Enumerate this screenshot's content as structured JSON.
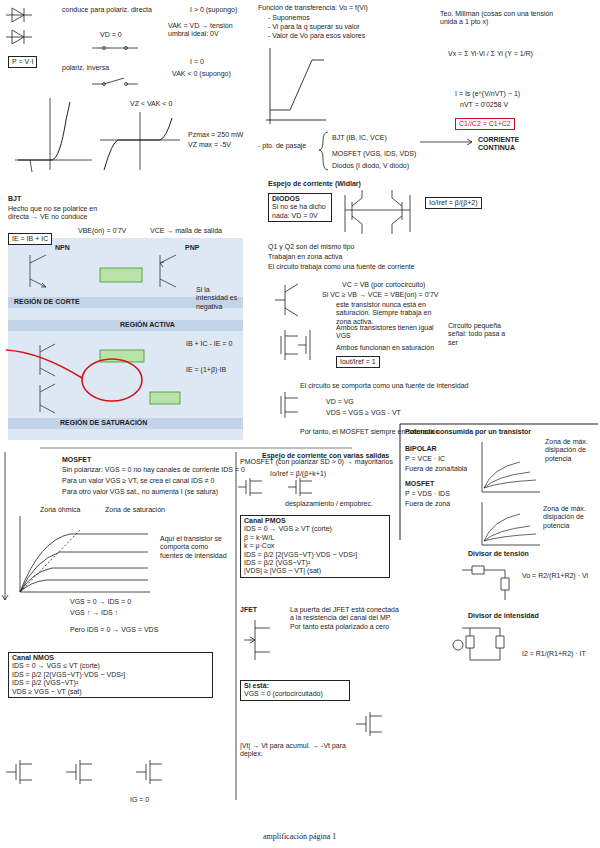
{
  "diagram": {
    "caption": "amplificación página 1",
    "nodes": [
      {
        "text": [
          "P = V·I"
        ]
      },
      {
        "text": [
          "IE = IB + IC"
        ]
      },
      {
        "text": [
          "C1//C2 = C1+C2"
        ]
      },
      {
        "text": [
          "DIODOS",
          "Si no se ha dicho nada: VD = 0V"
        ]
      },
      {
        "text": [
          "Io/Iref = β/(β+2)"
        ]
      },
      {
        "text": [
          "Iout/Iref = 1"
        ]
      },
      {
        "text": [
          "Canal PMOS",
          "IDS = 0 → VGS ≥ VT (corte)",
          "β = k·W/L",
          "k = μ·Cox",
          "IDS = β/2 [2(VGS−VT)·VDS − VDS²]",
          "IDS = β/2 (VGS−VT)²",
          "|VDS| ≥ |VGS − VT| (sat)"
        ]
      },
      {
        "text": [
          "Si está:",
          "VGS = 0 (cortocircuitado)"
        ]
      },
      {
        "text": [
          "Canal NMOS",
          "IDS = 0 → VGS ≤ VT (corte)",
          "IDS = β/2 [2(VGS−VT)·VDS − VDS²]",
          "IDS = β/2 (VGS−VT)²",
          "VDS ≥ VGS − VT (sat)"
        ]
      }
    ],
    "labels": [
      "conduce para polariz. directa",
      "I > 0 (supongo)",
      "VD = 0",
      "VAK = VD → tensión umbral ideal: 0V",
      "polariz. inversa",
      "I = 0",
      "VAK < 0 (supongo)",
      "VZ < VAK < 0",
      "Pzmax = 250 mW",
      "VZ max = -5V",
      "BJT",
      "Hecho que no se polarice en directa → VE no conduce",
      "VBE(on) = 0'7V",
      "VCE → malla de salida",
      "NPN",
      "PNP",
      "REGIÓN DE CORTE",
      "Si la intensidad es negativa",
      "REGIÓN ACTIVA",
      "IB + IC - IE = 0",
      "IE = (1+β)·IB",
      "REGIÓN DE SATURACIÓN",
      "Función de transferencia: Vo = f(Vi)",
      "- Suponemos",
      "- Vi para la q superar su valor",
      "- Valor de Vo para esos valores",
      "- pto. de pasaje",
      "BJT (IB, IC, VCE)",
      "MOSFET (VGS, IDS, VDS)",
      "Diodos (I diodo, V diodo)",
      "CORRIENTE CONTINUA",
      "Espejo de corriente (Widlar)",
      "Q1 y Q2 son del mismo tipo",
      "Trabajan en zona activa",
      "El circuito trabaja como una fuente de corriente",
      "VC = VB (por cortocircuito)",
      "Si VC ≥ VB → VCE = VBE(on) = 0'7V",
      "este transistor nunca está en saturación. Siempre trabaja en zona activa.",
      "Ambos transistores tienen igual VGS",
      "Ambos funcionan en saturación",
      "Circuito pequeña señal: todo pasa a ser",
      "El circuito se comporta como una fuente de intensidad",
      "VD = VG",
      "VDS = VGS ≥ VGS - VT",
      "Por tanto, el MOSFET siempre en saturación",
      "Espejo de corriente con varias salidas",
      "Io/Iref = β/(β+k+1)",
      "Teo. Millman (cosas con una tensión unida a 1 pto x)",
      "Vx = Σ Yi·Vi / Σ Yi   (Y = 1/R)",
      "I = Is (e^(V/nVT) − 1)",
      "nVT = 0'0258 V",
      "Potencia consumida por un transistor",
      "BIPOLAR",
      "P = VCE · IC",
      "Fuera de zona/tabla",
      "MOSFET",
      "P = VDS · IDS",
      "Fuera de zona",
      "Zona de máx. disipación de potencia",
      "Zona de máx. disipación de potencia",
      "Divisor de tensión",
      "Vo = R2/(R1+R2) · Vi",
      "Divisor de intensidad",
      "I2 = R1/(R1+R2) · IT",
      "MOSFET",
      "Sin polarizar: VGS = 0 no hay canales de corriente IDS = 0",
      "Para un valor VGS ≥ VT, se crea el canal IDS ≠ 0",
      "Para otro valor VGS sat., no aumenta I (se satura)",
      "Zona óhmica",
      "Zona de saturación",
      "Aquí el transistor se comporta como fuentes de intensidad",
      "VGS = 0 → IDS = 0",
      "VGS ↑ → IDS ↑",
      "Pero IDS = 0 → VGS = VDS",
      "IG = 0",
      "PMOSFET (con polarizar SD > 0) → mayoritarios",
      "desplazamiento / empobrec.",
      "JFET",
      "La puerta del JFET está conectada a la resistencia del canal del MP. Por tanto está polarizado a cero",
      "|Vt| → Vt para acumul. → -Vt para deplex."
    ]
  }
}
